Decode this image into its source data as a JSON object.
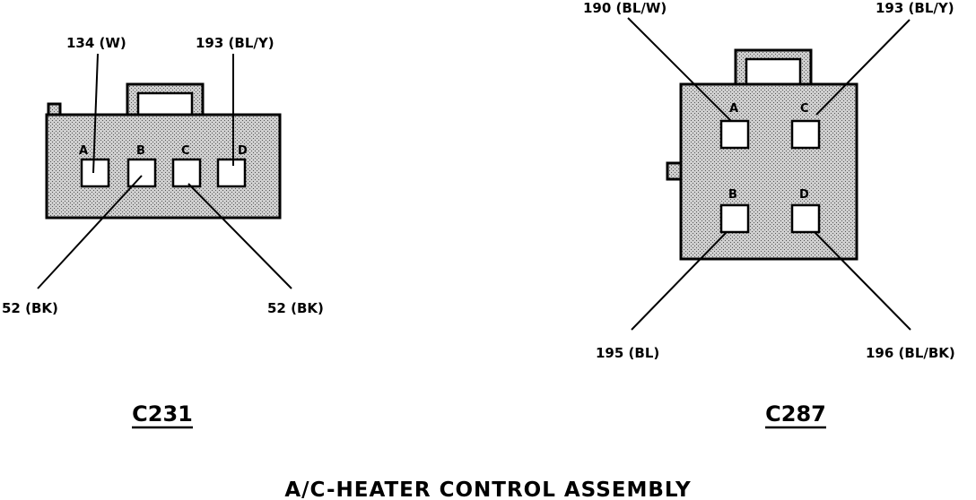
{
  "title": "A/C-HEATER CONTROL ASSEMBLY",
  "connectors": [
    {
      "name": "C231",
      "pins": [
        "A",
        "B",
        "C",
        "D"
      ],
      "wires": [
        {
          "pin": "A",
          "label": "134 (W)"
        },
        {
          "pin": "D",
          "label": "193 (BL/Y)"
        },
        {
          "pin": "B",
          "label": "52 (BK)"
        },
        {
          "pin": "C",
          "label": "52 (BK)"
        }
      ]
    },
    {
      "name": "C287",
      "pins": [
        "A",
        "C",
        "B",
        "D"
      ],
      "wires": [
        {
          "pin": "A",
          "label": "190 (BL/W)"
        },
        {
          "pin": "C",
          "label": "193 (BL/Y)"
        },
        {
          "pin": "B",
          "label": "195 (BL)"
        },
        {
          "pin": "D",
          "label": "196 (BL/BK)"
        }
      ]
    }
  ],
  "colors": {
    "line": "#000000",
    "background": "#ffffff",
    "stipple": "#bdbdbd"
  }
}
